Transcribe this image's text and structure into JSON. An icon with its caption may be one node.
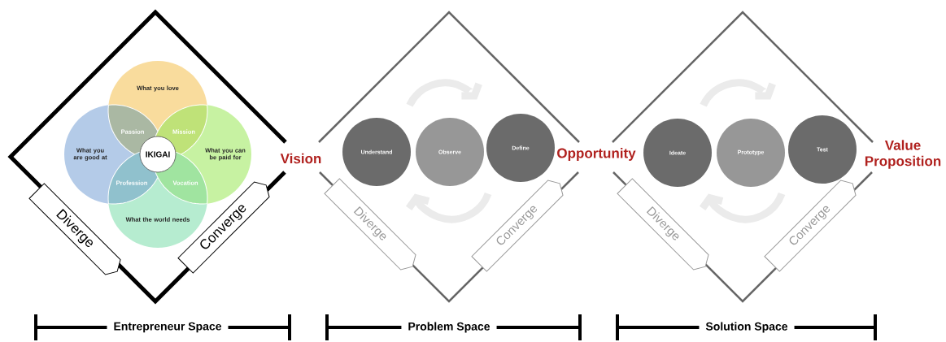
{
  "diagram": {
    "nodes": [
      {
        "text": [],
        "shape": "diamond"
      },
      {
        "text": [
          "What you love"
        ],
        "in": 0
      },
      {
        "text": [
          "What you are good at"
        ],
        "in": 0
      },
      {
        "text": [
          "What you can be paid for"
        ],
        "in": 0
      },
      {
        "text": [
          "What the world needs"
        ],
        "in": 0
      },
      {
        "text": [
          "Passion"
        ]
      },
      {
        "text": [
          "Mission"
        ]
      },
      {
        "text": [
          "Profession"
        ]
      },
      {
        "text": [
          "Vocation"
        ]
      },
      {
        "text": [
          "IKIGAI"
        ],
        "in": 0
      },
      {
        "text": [
          "Diverge"
        ],
        "in": 0
      },
      {
        "text": [
          "Converge"
        ],
        "in": 0
      },
      {
        "text": [],
        "shape": "diamond"
      },
      {
        "text": [
          "Understand"
        ],
        "in": 12
      },
      {
        "text": [
          "Observe"
        ],
        "in": 12
      },
      {
        "text": [
          "Define"
        ],
        "in": 12
      },
      {
        "text": [
          "Diverge"
        ],
        "in": 12
      },
      {
        "text": [
          "Converge"
        ],
        "in": 12
      },
      {
        "text": [],
        "shape": "diamond"
      },
      {
        "text": [
          "Ideate"
        ],
        "in": 18
      },
      {
        "text": [
          "Prototype"
        ],
        "in": 18
      },
      {
        "text": [
          "Test"
        ],
        "in": 18
      },
      {
        "text": [
          "Diverge"
        ],
        "in": 18
      },
      {
        "text": [
          "Converge"
        ],
        "in": 18
      }
    ],
    "labels": [
      "Vision",
      "Opportunity",
      "Value Proposition",
      "Entrepreneur Space",
      "Problem Space",
      "Solution Space"
    ]
  }
}
